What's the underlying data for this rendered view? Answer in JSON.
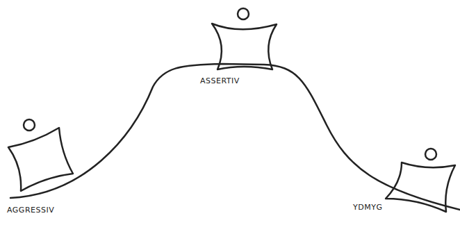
{
  "diagram": {
    "labels": [
      "AGGRESSIV",
      "ASSERTIV",
      "YDMYG"
    ]
  }
}
